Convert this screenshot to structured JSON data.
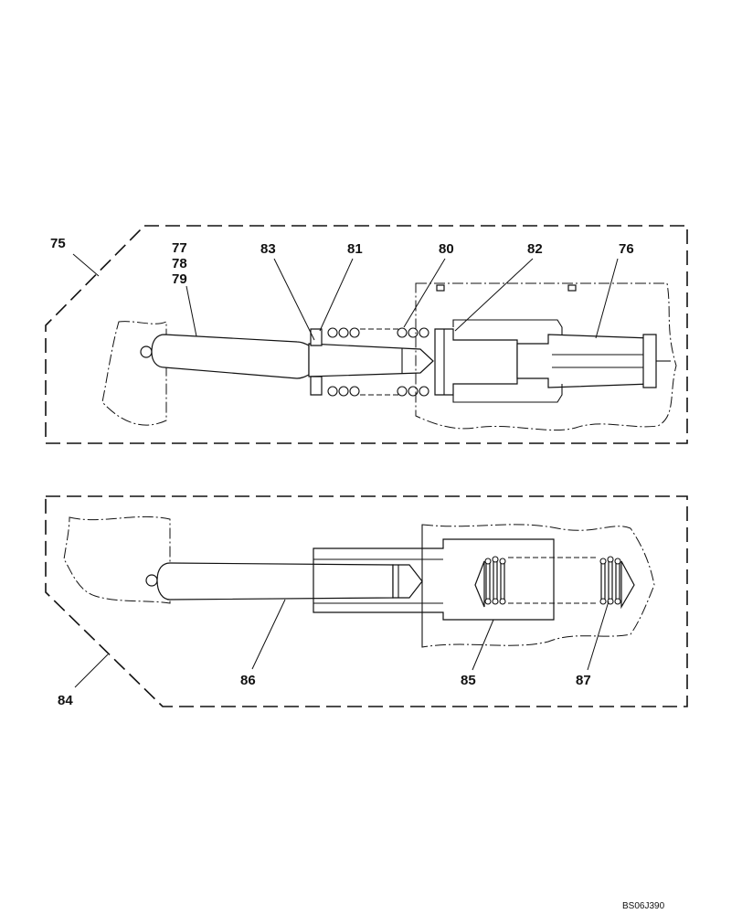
{
  "callouts": {
    "c75": "75",
    "c77": "77",
    "c78": "78",
    "c79": "79",
    "c83": "83",
    "c81": "81",
    "c80": "80",
    "c82": "82",
    "c76": "76",
    "c84": "84",
    "c86": "86",
    "c85": "85",
    "c87": "87"
  },
  "drawing_code": "BS06J390",
  "colors": {
    "ink": "#111111",
    "paper": "#ffffff"
  }
}
